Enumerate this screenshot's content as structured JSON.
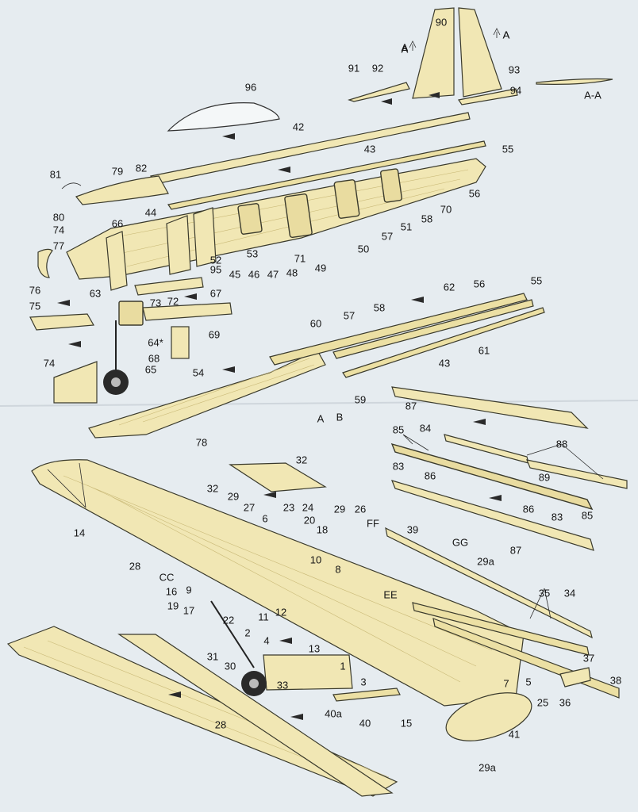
{
  "diagram": {
    "section_label": "A-A",
    "section_markers": [
      "A",
      "A"
    ],
    "part_labels": [
      "90",
      "A",
      "A",
      "91",
      "92",
      "93",
      "94",
      "96",
      "42",
      "43",
      "55",
      "79",
      "82",
      "81",
      "56",
      "44",
      "80",
      "58",
      "70",
      "74",
      "66",
      "51",
      "57",
      "50",
      "77",
      "53",
      "48",
      "49",
      "71",
      "52",
      "95",
      "45",
      "46",
      "47",
      "76",
      "63",
      "73",
      "72",
      "67",
      "75",
      "56",
      "62",
      "55",
      "69",
      "58",
      "57",
      "60",
      "61",
      "64*",
      "43",
      "68",
      "74",
      "65",
      "54",
      "A",
      "B",
      "59",
      "87",
      "78",
      "85",
      "84",
      "88",
      "32",
      "83",
      "86",
      "89",
      "86",
      "83",
      "85",
      "14",
      "32",
      "29",
      "27",
      "23",
      "24",
      "29",
      "26",
      "6",
      "20",
      "18",
      "FF",
      "39",
      "GG",
      "87",
      "28",
      "29a",
      "10",
      "CC",
      "8",
      "16",
      "9",
      "EE",
      "35",
      "34",
      "19",
      "17",
      "22",
      "11",
      "12",
      "4",
      "2",
      "37",
      "13",
      "31",
      "1",
      "30",
      "3",
      "7",
      "5",
      "25",
      "36",
      "38",
      "33",
      "40a",
      "40",
      "15",
      "41",
      "28",
      "29a"
    ]
  }
}
